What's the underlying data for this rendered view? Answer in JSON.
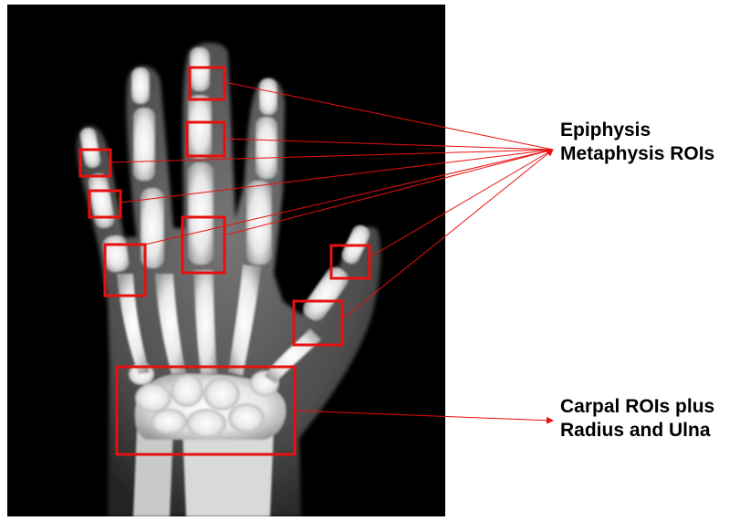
{
  "labels": {
    "epiphysis_line1": "Epiphysis",
    "epiphysis_line2": "Metaphysis ROIs",
    "carpal_line1": "Carpal ROIs plus",
    "carpal_line2": "Radius and Ulna"
  },
  "colors": {
    "roi_box": "#e8100f",
    "arrow": "#e8100f",
    "xray_background": "#000000",
    "bone": "#f2f2f2"
  },
  "image": {
    "subject": "hand-xray",
    "roi_count_epiphysis_metaphysis": 8,
    "roi_count_carpal": 1
  }
}
